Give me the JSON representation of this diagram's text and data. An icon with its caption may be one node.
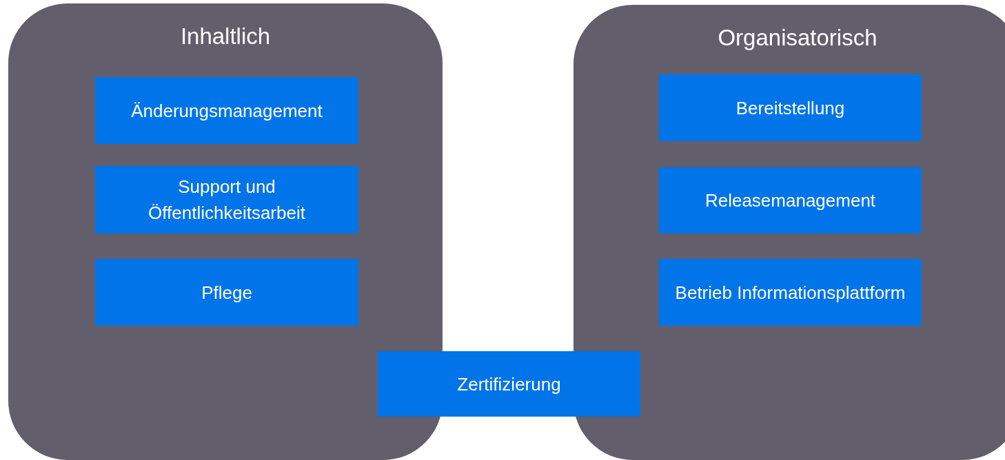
{
  "diagram": {
    "nodes": [
      {
        "text": [
          "Inhaltlich"
        ]
      },
      {
        "text": [
          "Änderungsmanagement"
        ],
        "in": 0
      },
      {
        "text": [
          "Support und Öffentlichkeitsarbeit"
        ],
        "in": 0
      },
      {
        "text": [
          "Pflege"
        ],
        "in": 0
      },
      {
        "text": [
          "Organisatorisch"
        ]
      },
      {
        "text": [
          "Bereitstellung"
        ],
        "in": 4
      },
      {
        "text": [
          "Releasemanagement"
        ],
        "in": 4
      },
      {
        "text": [
          "Betrieb Informationsplattform"
        ],
        "in": 4
      },
      {
        "text": [
          "Zertifizierung"
        ]
      }
    ]
  }
}
